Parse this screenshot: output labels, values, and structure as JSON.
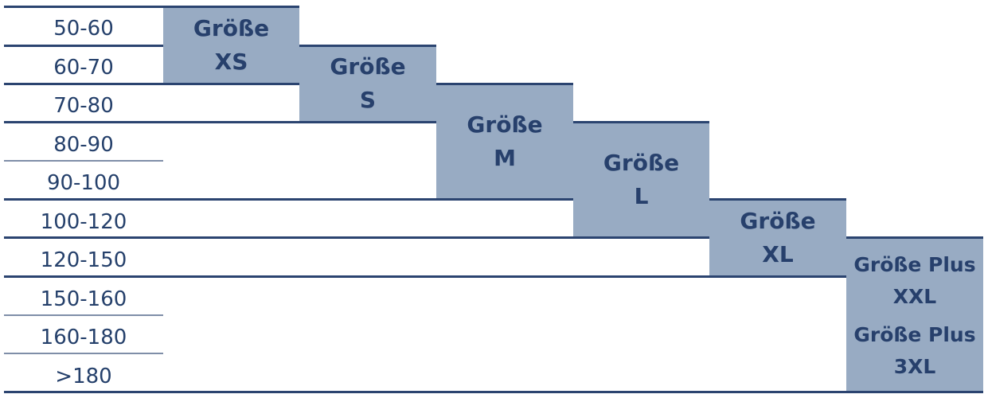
{
  "table": {
    "ranges": [
      "50-60",
      "60-70",
      "70-80",
      "80-90",
      "90-100",
      "100-120",
      "120-150",
      "150-160",
      "160-180",
      ">180"
    ],
    "sizes": [
      {
        "line1": "Größe",
        "line2": "XS",
        "rows": "50-60 to 60-70"
      },
      {
        "line1": "Größe",
        "line2": "S",
        "rows": "60-70 to 70-80"
      },
      {
        "line1": "Größe",
        "line2": "M",
        "rows": "70-80 to 90-100"
      },
      {
        "line1": "Größe",
        "line2": "L",
        "rows": "80-90 to 100-120"
      },
      {
        "line1": "Größe",
        "line2": "XL",
        "rows": "100-120 to 120-150"
      }
    ],
    "plus_sizes": [
      {
        "line1": "Größe Plus",
        "line2": "XXL"
      },
      {
        "line1": "Größe Plus",
        "line2": "3XL"
      }
    ]
  },
  "colors": {
    "block_fill": "#98abc3",
    "text": "#25406b",
    "rule": "#2b4470",
    "thin_rule": "#7f8ea8"
  }
}
